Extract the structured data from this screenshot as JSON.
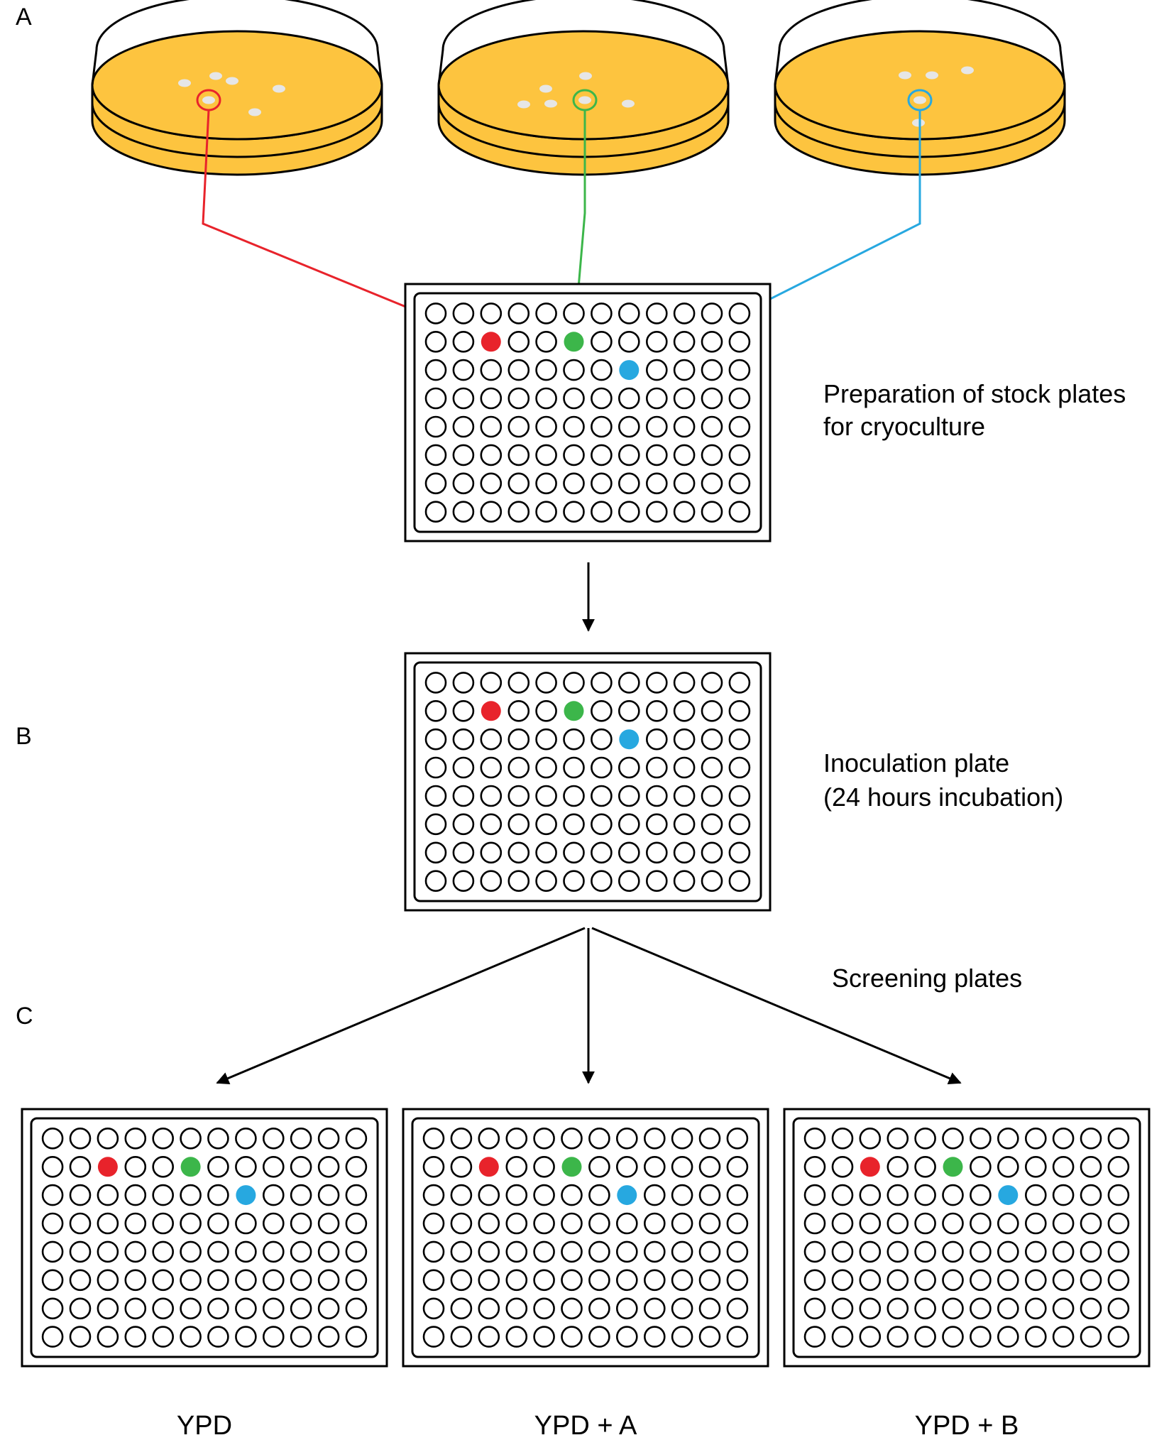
{
  "panels": {
    "a": "A",
    "b": "B",
    "c": "C"
  },
  "labels": {
    "stock_line1": "Preparation of stock plates",
    "stock_line2": "for cryoculture",
    "inoc_line1": "Inoculation plate",
    "inoc_line2": "(24 hours incubation)",
    "screening": "Screening plates"
  },
  "screening_plates": [
    {
      "label": "YPD"
    },
    {
      "label": "YPD + A"
    },
    {
      "label": "YPD + B"
    }
  ],
  "microplate": {
    "rows": 8,
    "cols": 12
  },
  "highlighted_wells": [
    {
      "row": 1,
      "col": 2,
      "color": "#e8232b"
    },
    {
      "row": 1,
      "col": 5,
      "color": "#3cb64a"
    },
    {
      "row": 2,
      "col": 7,
      "color": "#27a8e0"
    }
  ],
  "colors": {
    "agar": "#fdc43f",
    "colony": "#e6e6e6",
    "red": "#e8232b",
    "green": "#3cb64a",
    "blue": "#27a8e0"
  }
}
